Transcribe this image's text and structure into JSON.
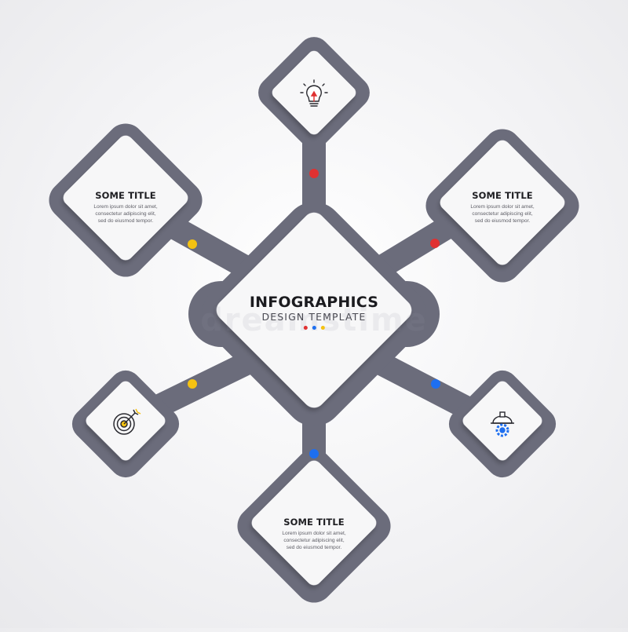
{
  "colors": {
    "frame": "#6b6c7b",
    "card": "#f7f7f8",
    "red": "#e03131",
    "yellow": "#f5c211",
    "blue": "#1e6ff0"
  },
  "center": {
    "title": "INFOGRAPHICS",
    "subtitle": "DESIGN TEMPLATE",
    "dot_colors": [
      "#e03131",
      "#1e6ff0",
      "#f5c211"
    ]
  },
  "watermark": "dreamstime",
  "cards": [
    {
      "id": "top",
      "icon": "lightbulb-icon",
      "dot_color": "#e03131"
    },
    {
      "id": "top-right",
      "title": "SOME TITLE",
      "lines": [
        "Lorem ipsum dolor sit amet,",
        "consectetur adipiscing elit,",
        "sed do eiusmod tempor."
      ],
      "dot_color": "#e03131"
    },
    {
      "id": "bottom-right",
      "icon": "engineer-helmet-gear-icon",
      "dot_color": "#1e6ff0"
    },
    {
      "id": "bottom",
      "title": "SOME TITLE",
      "lines": [
        "Lorem ipsum dolor sit amet,",
        "consectetur adipiscing elit,",
        "sed do eiusmod tempor."
      ],
      "dot_color": "#1e6ff0"
    },
    {
      "id": "bottom-left",
      "icon": "target-arrow-icon",
      "dot_color": "#f5c211"
    },
    {
      "id": "top-left",
      "title": "SOME TITLE",
      "lines": [
        "Lorem ipsum dolor sit amet,",
        "consectetur adipiscing elit,",
        "sed do eiusmod tempor."
      ],
      "dot_color": "#f5c211"
    }
  ]
}
